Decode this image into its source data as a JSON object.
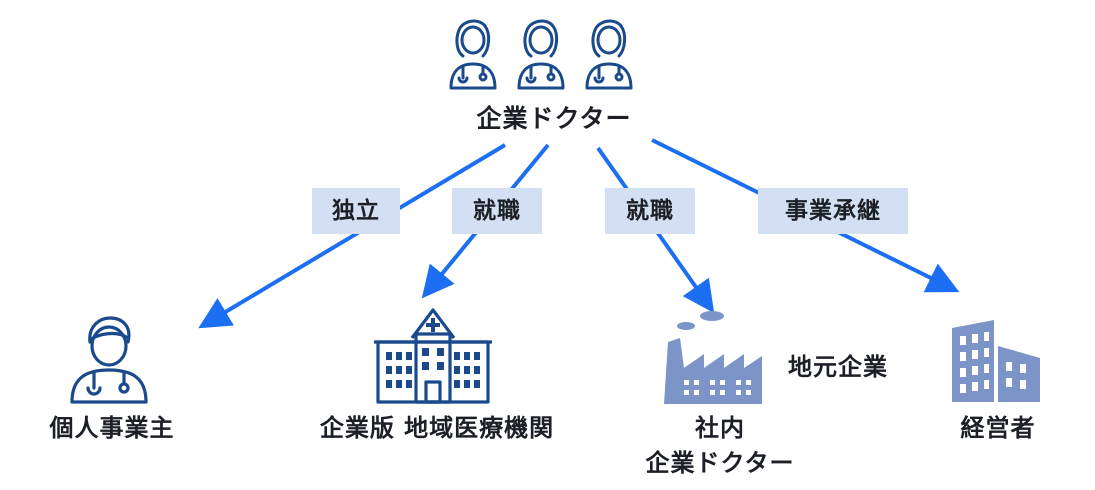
{
  "diagram": {
    "root": {
      "label": "企業ドクター",
      "icon": "female-doctor-icon"
    },
    "edges": [
      {
        "label": "独立"
      },
      {
        "label": "就職"
      },
      {
        "label": "就職"
      },
      {
        "label": "事業承継"
      }
    ],
    "targets": [
      {
        "label": "個人事業主",
        "icon": "male-doctor-icon"
      },
      {
        "label": "企業版 地域医療機関",
        "icon": "hospital-icon"
      },
      {
        "label_line1": "社内",
        "label_line2": "企業ドクター",
        "icon": "factory-icon"
      },
      {
        "label": "経営者",
        "icon": "office-building-icon"
      }
    ],
    "side_label": "地元企業",
    "colors": {
      "arrow": "#1c6ef2",
      "icon_stroke": "#1a4a8c",
      "icon_fill": "#7d94c8",
      "tag_bg": "#d3e0f3",
      "text": "#1c1f26"
    }
  }
}
